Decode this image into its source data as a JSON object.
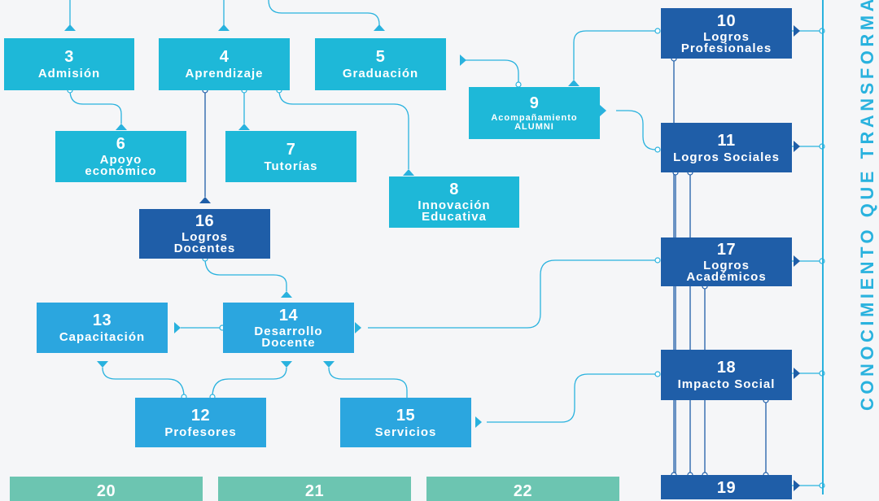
{
  "colors": {
    "cyan": "#1eb8d8",
    "sky": "#2ba6df",
    "dark": "#1f5ea8",
    "teal": "#6cc5b1",
    "line": "#29b2de"
  },
  "sidebar": {
    "text": "CONOCIMIENTO QUE TRANSFORMA"
  },
  "nodes": {
    "n3": {
      "number": "3",
      "label": "Admisión"
    },
    "n4": {
      "number": "4",
      "label": "Aprendizaje"
    },
    "n5": {
      "number": "5",
      "label": "Graduación"
    },
    "n6": {
      "number": "6",
      "label": "Apoyo\neconómico"
    },
    "n7": {
      "number": "7",
      "label": "Tutorías"
    },
    "n8": {
      "number": "8",
      "label": "Innovación\nEducativa"
    },
    "n9": {
      "number": "9",
      "label": "Acompañamiento\nALUMNI"
    },
    "n10": {
      "number": "10",
      "label": "Logros\nProfesionales"
    },
    "n11": {
      "number": "11",
      "label": "Logros Sociales"
    },
    "n12": {
      "number": "12",
      "label": "Profesores"
    },
    "n13": {
      "number": "13",
      "label": "Capacitación"
    },
    "n14": {
      "number": "14",
      "label": "Desarrollo\nDocente"
    },
    "n15": {
      "number": "15",
      "label": "Servicios"
    },
    "n16": {
      "number": "16",
      "label": "Logros\nDocentes"
    },
    "n17": {
      "number": "17",
      "label": "Logros\nAcadémicos"
    },
    "n18": {
      "number": "18",
      "label": "Impacto Social"
    },
    "n19": {
      "number": "19"
    },
    "n20": {
      "number": "20"
    },
    "n21": {
      "number": "21"
    },
    "n22": {
      "number": "22"
    }
  }
}
